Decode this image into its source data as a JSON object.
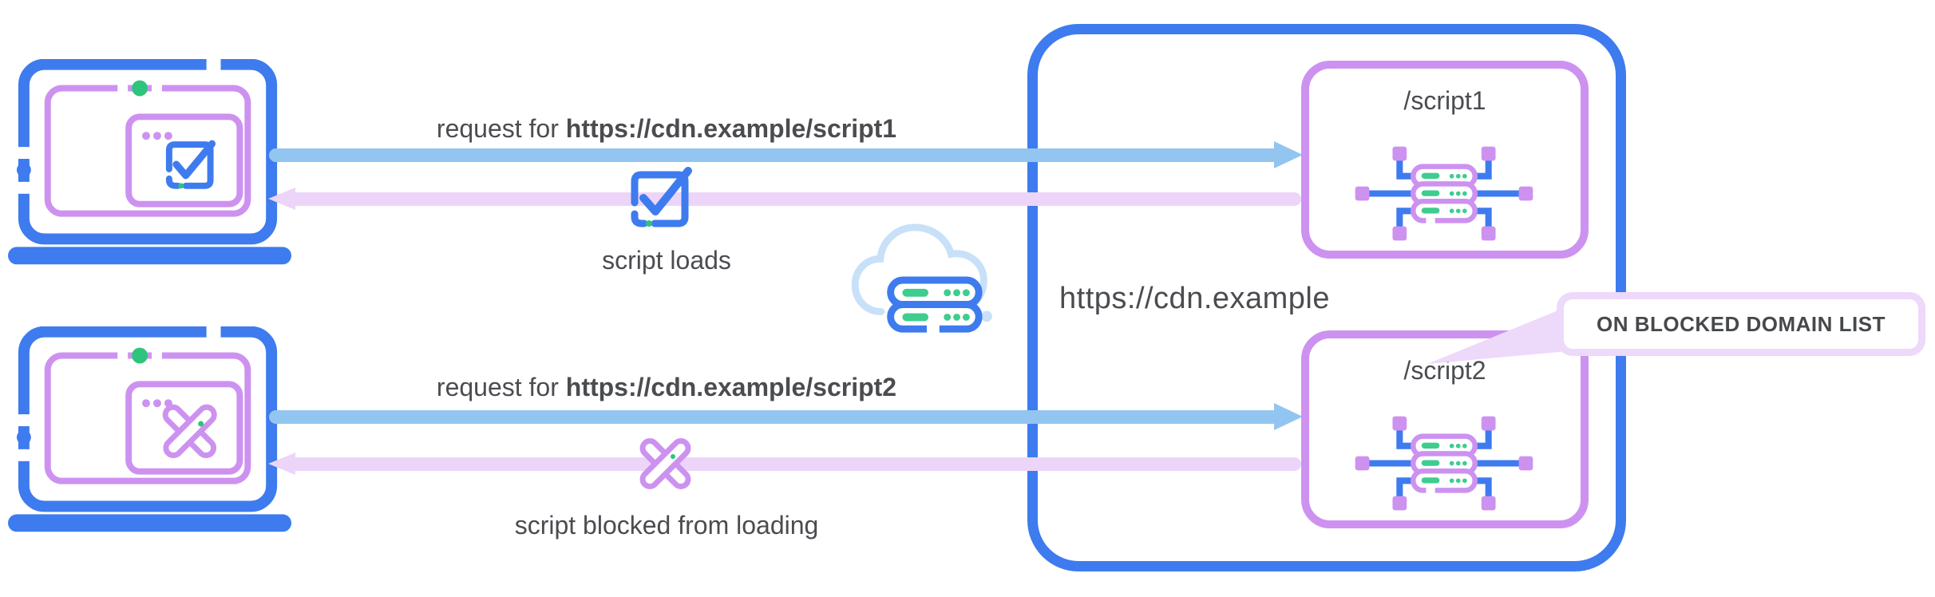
{
  "colors": {
    "blue": "#3E7BEE",
    "light_blue_arrow": "#93C5F1",
    "cloud_blue": "#C8E0F8",
    "purple": "#CD92F0",
    "light_purple_arrow": "#ECD5F9",
    "callout_border": "#EDD9FA",
    "green": "#3DCD8F",
    "text": "#4A4C50"
  },
  "flows": [
    {
      "request_prefix": "request for ",
      "request_url": "https://cdn.example/script1",
      "result_caption": "script loads",
      "result_icon": "check-icon",
      "client_icon": "laptop-check-icon"
    },
    {
      "request_prefix": "request for ",
      "request_url": "https://cdn.example/script2",
      "result_caption": "script blocked from loading",
      "result_icon": "cross-icon",
      "client_icon": "laptop-cross-icon"
    }
  ],
  "cdn": {
    "domain": "https://cdn.example",
    "icon": "cloud-servers-icon",
    "endpoints": [
      {
        "label": "/script1",
        "icon": "server-cluster-icon"
      },
      {
        "label": "/script2",
        "icon": "server-cluster-icon",
        "callout": "ON BLOCKED DOMAIN LIST"
      }
    ]
  }
}
